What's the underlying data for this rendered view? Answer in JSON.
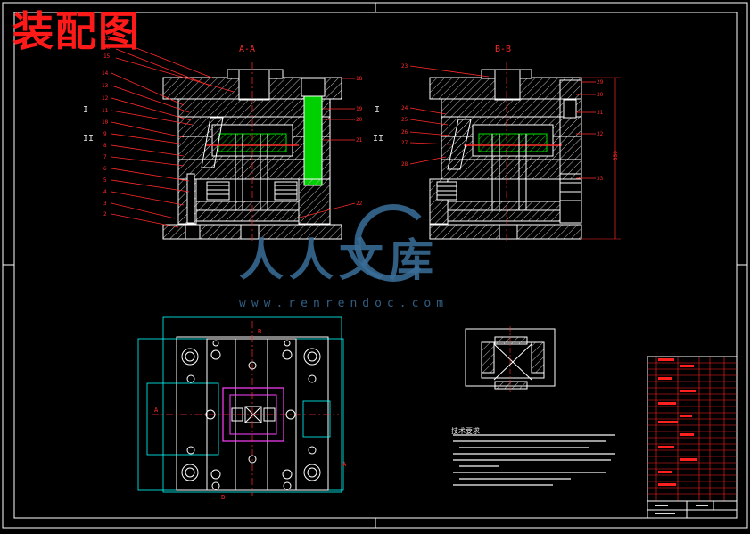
{
  "drawing": {
    "title": "装配图",
    "section_a": "A-A",
    "section_b": "B-B",
    "roman_1": "I",
    "roman_2": "II",
    "notes_title": "技术要求"
  },
  "watermark": {
    "text_cn": "人人文库",
    "url": "www.renrendoc.com"
  },
  "colors": {
    "background": "#000000",
    "border": "#ffffff",
    "outline": "#ffffff",
    "hatch": "#d8d8d8",
    "leader": "#ff2020",
    "accent_green": "#00e000",
    "cyan": "#00ffff",
    "magenta": "#ff40ff",
    "watermark": "#3a6f9a"
  }
}
